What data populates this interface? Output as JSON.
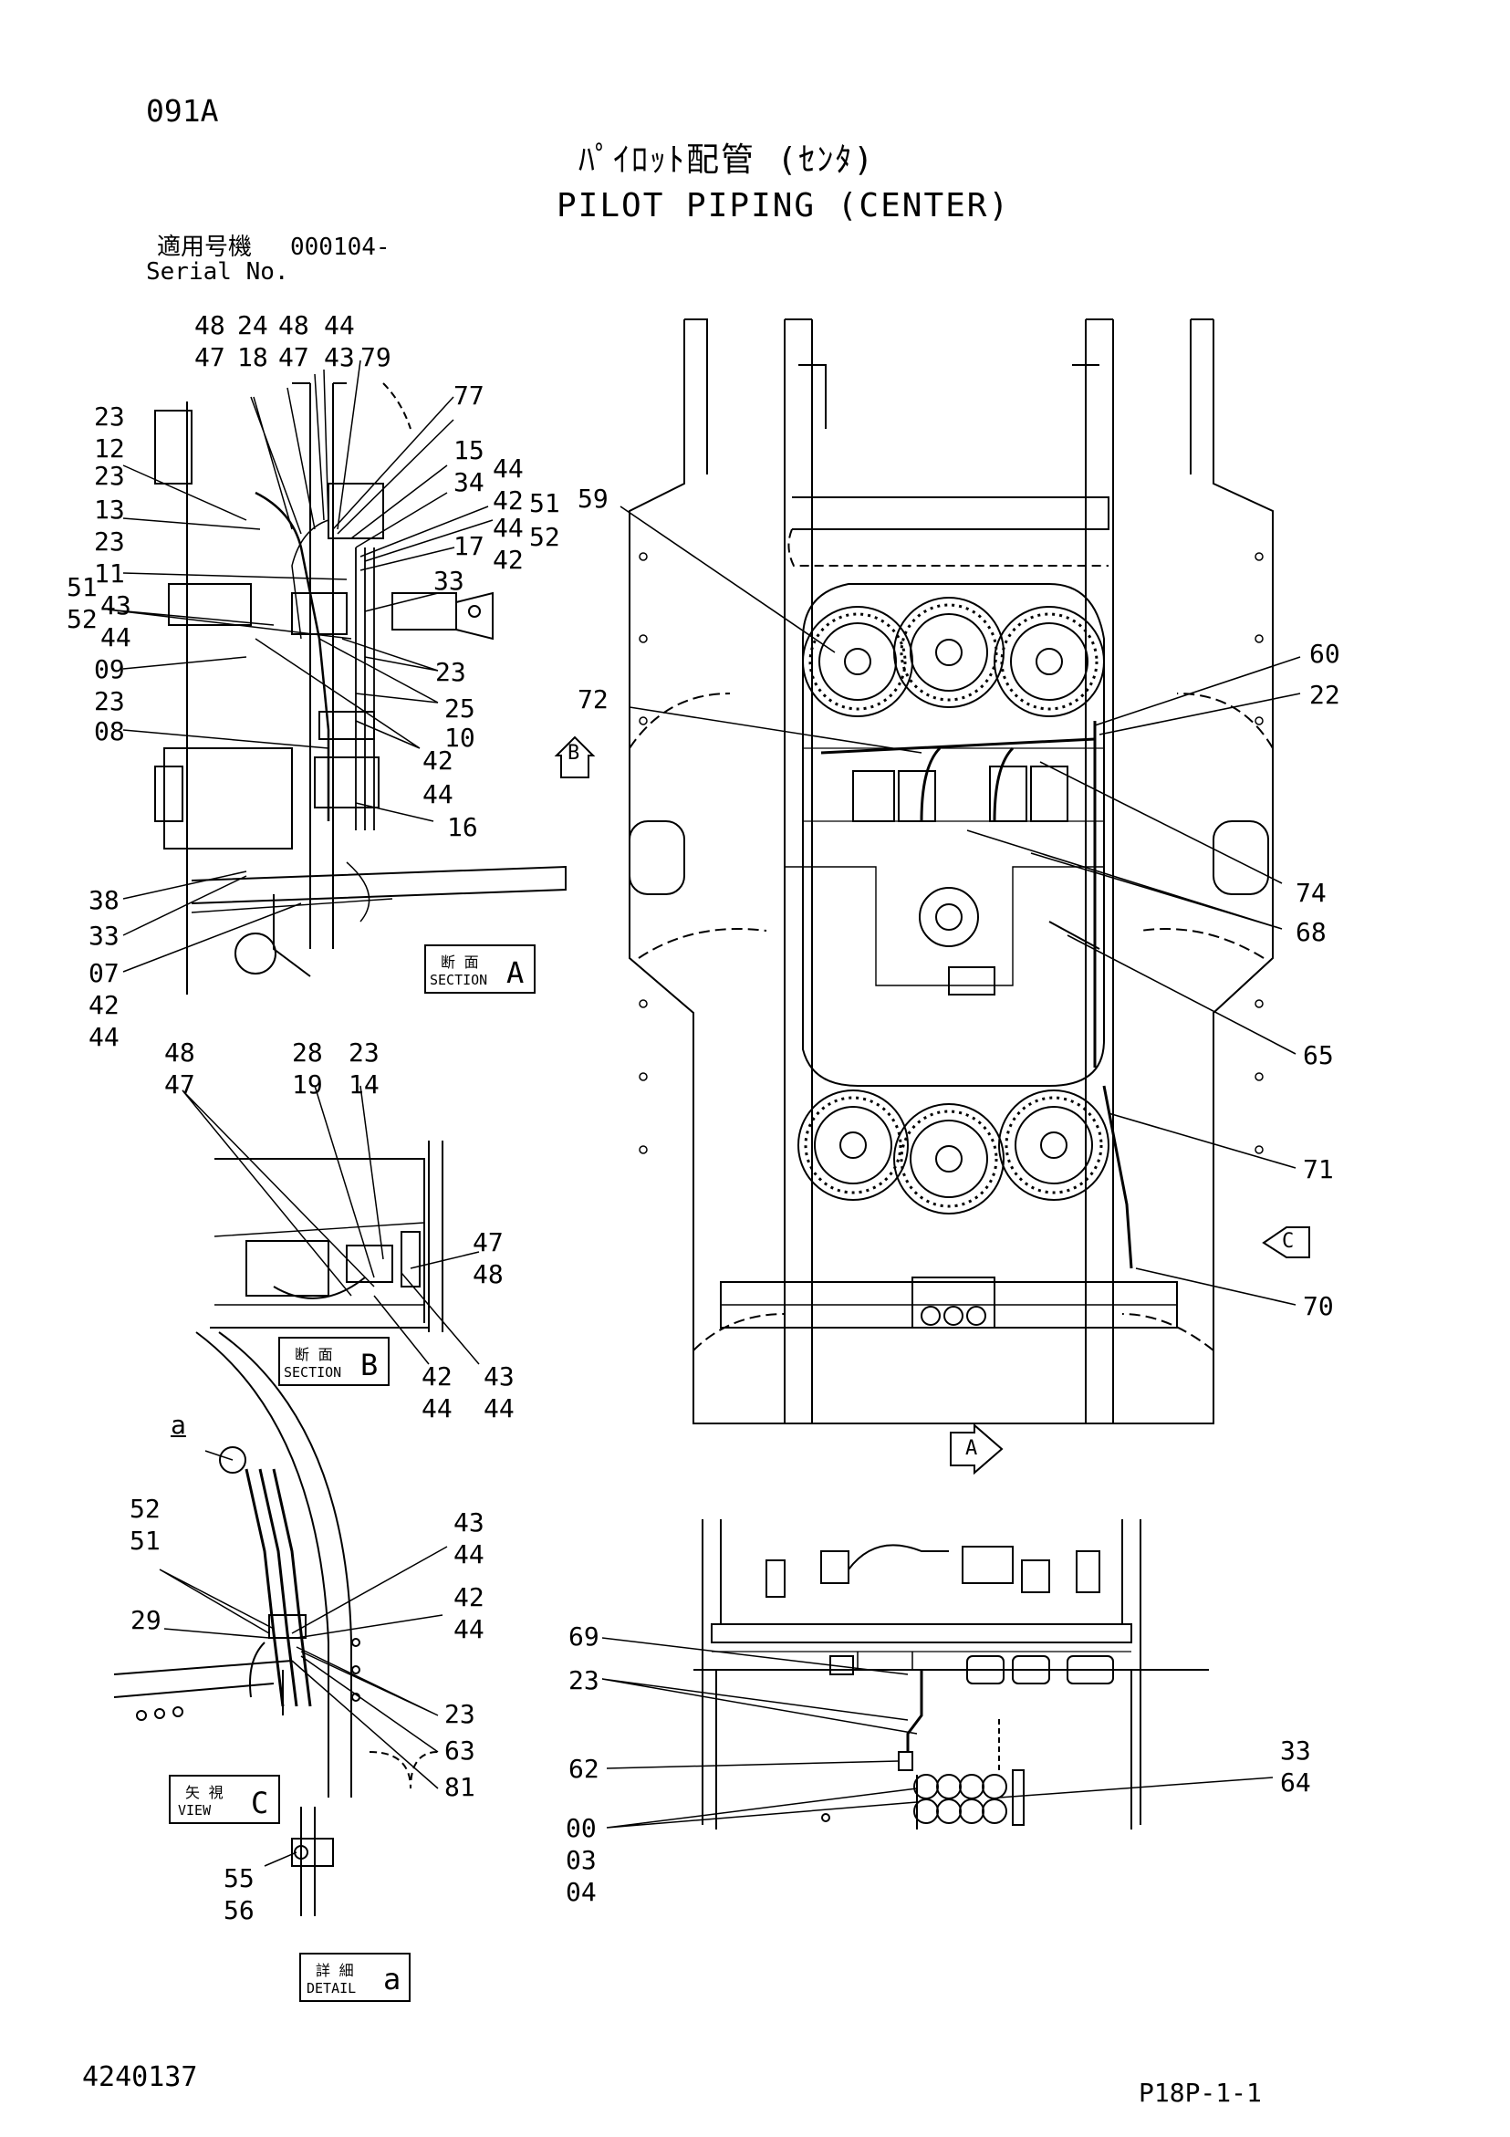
{
  "page_code": "091A",
  "title_jp": "ﾊﾟｲﾛｯﾄ配管 (ｾﾝﾀ)",
  "title_en": "PILOT PIPING (CENTER)",
  "serial_label_jp": "適用号機",
  "serial_value": "000104-",
  "serial_label_en": "Serial No.",
  "doc_number": "4240137",
  "page_ref": "P18P-1-1",
  "views": {
    "section_a": {
      "jp": "断 面",
      "en": "SECTION",
      "letter": "A"
    },
    "section_b": {
      "jp": "断 面",
      "en": "SECTION",
      "letter": "B"
    },
    "view_c": {
      "jp": "矢 視",
      "en": "VIEW",
      "letter": "C"
    },
    "detail_a": {
      "jp": "詳 細",
      "en": "DETAIL",
      "letter": "a"
    }
  },
  "arrows": {
    "a": "A",
    "b": "B",
    "c": "C"
  },
  "callouts": {
    "sa_top": [
      "48",
      "24",
      "48",
      "44",
      "47",
      "18",
      "47",
      "43",
      "79"
    ],
    "sa_left": [
      "23",
      "12",
      "23",
      "13",
      "23",
      "11",
      "51",
      "52",
      "43",
      "44",
      "09",
      "23",
      "08",
      "38",
      "33",
      "07",
      "42",
      "44"
    ],
    "sa_right": [
      "77",
      "15",
      "34",
      "44",
      "42",
      "51",
      "44",
      "52",
      "17",
      "42",
      "33",
      "23",
      "25",
      "10",
      "42",
      "44",
      "16"
    ],
    "sb_top": [
      "48",
      "47",
      "28",
      "19",
      "23",
      "14"
    ],
    "sb_right": [
      "47",
      "48"
    ],
    "sb_bottom": [
      "42",
      "44",
      "43",
      "44"
    ],
    "vc_left": [
      "a",
      "52",
      "51",
      "29"
    ],
    "vc_right": [
      "43",
      "44",
      "42",
      "44",
      "23",
      "63",
      "81"
    ],
    "detail": [
      "55",
      "56"
    ],
    "main_left": [
      "59",
      "72"
    ],
    "main_right": [
      "60",
      "22",
      "74",
      "68",
      "65",
      "71",
      "70"
    ],
    "lower_left": [
      "69",
      "23",
      "62",
      "00",
      "03",
      "04"
    ],
    "lower_right": [
      "33",
      "64"
    ]
  }
}
